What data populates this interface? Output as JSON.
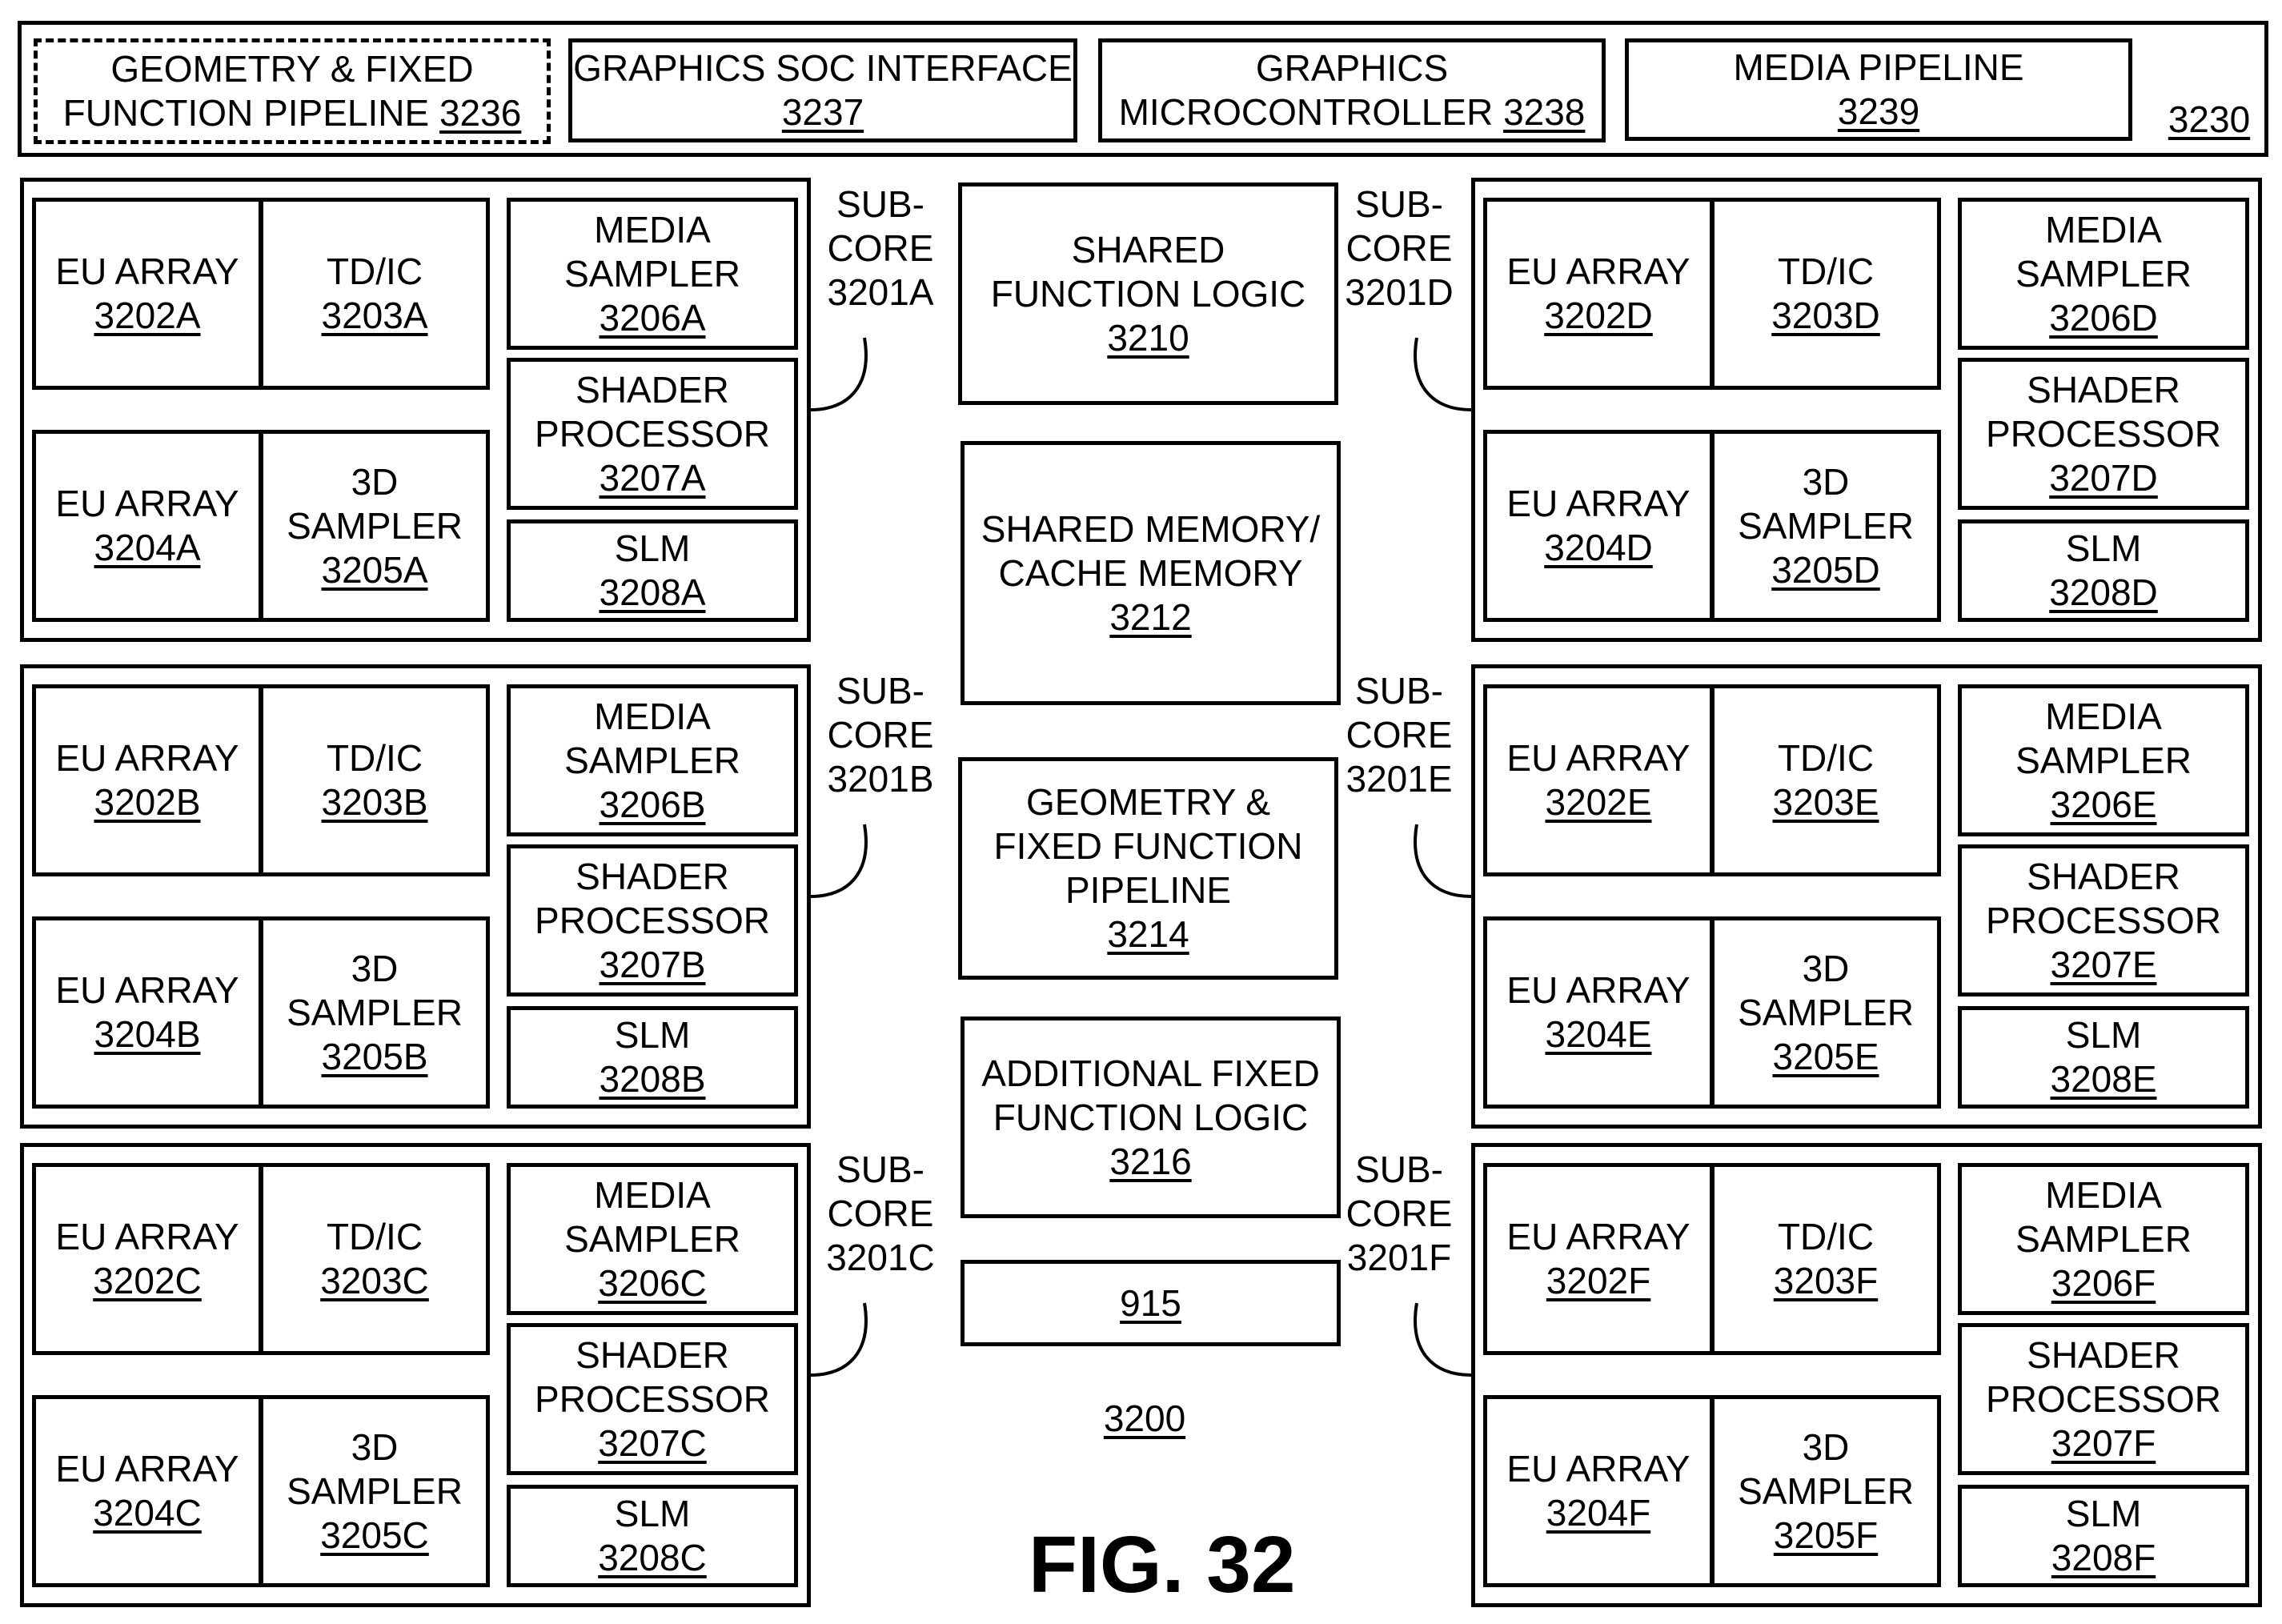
{
  "top_bar": {
    "ref": "3230",
    "blocks": [
      {
        "text": "GEOMETRY & FIXED\nFUNCTION PIPELINE",
        "ref": "3236"
      },
      {
        "text": "GRAPHICS SOC INTERFACE",
        "ref": "3237"
      },
      {
        "text": "GRAPHICS\nMICROCONTROLLER",
        "ref": "3238"
      },
      {
        "text": "MEDIA PIPELINE",
        "ref": "3239"
      }
    ]
  },
  "center": {
    "blocks": [
      {
        "text": "SHARED\nFUNCTION LOGIC",
        "ref": "3210"
      },
      {
        "text": "SHARED MEMORY/\nCACHE MEMORY",
        "ref": "3212"
      },
      {
        "text": "GEOMETRY &\nFIXED FUNCTION\nPIPELINE",
        "ref": "3214"
      },
      {
        "text": "ADDITIONAL FIXED\nFUNCTION LOGIC",
        "ref": "3216"
      },
      {
        "text": "",
        "ref": "915"
      }
    ],
    "ref": "3200"
  },
  "subcores": [
    {
      "id": "A",
      "label_prefix": "SUB-\nCORE",
      "ref": "3201A",
      "eu1": {
        "text": "EU ARRAY",
        "ref": "3202A"
      },
      "tdic": {
        "text": "TD/IC",
        "ref": "3203A"
      },
      "eu2": {
        "text": "EU ARRAY",
        "ref": "3204A"
      },
      "s3d": {
        "text": "3D\nSAMPLER",
        "ref": "3205A"
      },
      "media": {
        "text": "MEDIA\nSAMPLER",
        "ref": "3206A"
      },
      "shader": {
        "text": "SHADER\nPROCESSOR",
        "ref": "3207A"
      },
      "slm": {
        "text": "SLM",
        "ref": "3208A"
      }
    },
    {
      "id": "B",
      "label_prefix": "SUB-\nCORE",
      "ref": "3201B",
      "eu1": {
        "text": "EU ARRAY",
        "ref": "3202B"
      },
      "tdic": {
        "text": "TD/IC",
        "ref": "3203B"
      },
      "eu2": {
        "text": "EU ARRAY",
        "ref": "3204B"
      },
      "s3d": {
        "text": "3D\nSAMPLER",
        "ref": "3205B"
      },
      "media": {
        "text": "MEDIA\nSAMPLER",
        "ref": "3206B"
      },
      "shader": {
        "text": "SHADER\nPROCESSOR",
        "ref": "3207B"
      },
      "slm": {
        "text": "SLM",
        "ref": "3208B"
      }
    },
    {
      "id": "C",
      "label_prefix": "SUB-\nCORE",
      "ref": "3201C",
      "eu1": {
        "text": "EU ARRAY",
        "ref": "3202C"
      },
      "tdic": {
        "text": "TD/IC",
        "ref": "3203C"
      },
      "eu2": {
        "text": "EU ARRAY",
        "ref": "3204C"
      },
      "s3d": {
        "text": "3D\nSAMPLER",
        "ref": "3205C"
      },
      "media": {
        "text": "MEDIA\nSAMPLER",
        "ref": "3206C"
      },
      "shader": {
        "text": "SHADER\nPROCESSOR",
        "ref": "3207C"
      },
      "slm": {
        "text": "SLM",
        "ref": "3208C"
      }
    },
    {
      "id": "D",
      "label_prefix": "SUB-\nCORE",
      "ref": "3201D",
      "eu1": {
        "text": "EU ARRAY",
        "ref": "3202D"
      },
      "tdic": {
        "text": "TD/IC",
        "ref": "3203D"
      },
      "eu2": {
        "text": "EU ARRAY",
        "ref": "3204D"
      },
      "s3d": {
        "text": "3D\nSAMPLER",
        "ref": "3205D"
      },
      "media": {
        "text": "MEDIA\nSAMPLER",
        "ref": "3206D"
      },
      "shader": {
        "text": "SHADER\nPROCESSOR",
        "ref": "3207D"
      },
      "slm": {
        "text": "SLM",
        "ref": "3208D"
      }
    },
    {
      "id": "E",
      "label_prefix": "SUB-\nCORE",
      "ref": "3201E",
      "eu1": {
        "text": "EU ARRAY",
        "ref": "3202E"
      },
      "tdic": {
        "text": "TD/IC",
        "ref": "3203E"
      },
      "eu2": {
        "text": "EU ARRAY",
        "ref": "3204E"
      },
      "s3d": {
        "text": "3D\nSAMPLER",
        "ref": "3205E"
      },
      "media": {
        "text": "MEDIA\nSAMPLER",
        "ref": "3206E"
      },
      "shader": {
        "text": "SHADER\nPROCESSOR",
        "ref": "3207E"
      },
      "slm": {
        "text": "SLM",
        "ref": "3208E"
      }
    },
    {
      "id": "F",
      "label_prefix": "SUB-\nCORE",
      "ref": "3201F",
      "eu1": {
        "text": "EU ARRAY",
        "ref": "3202F"
      },
      "tdic": {
        "text": "TD/IC",
        "ref": "3203F"
      },
      "eu2": {
        "text": "EU ARRAY",
        "ref": "3204F"
      },
      "s3d": {
        "text": "3D\nSAMPLER",
        "ref": "3205F"
      },
      "media": {
        "text": "MEDIA\nSAMPLER",
        "ref": "3206F"
      },
      "shader": {
        "text": "SHADER\nPROCESSOR",
        "ref": "3207F"
      },
      "slm": {
        "text": "SLM",
        "ref": "3208F"
      }
    }
  ],
  "figure_label": "FIG. 32"
}
